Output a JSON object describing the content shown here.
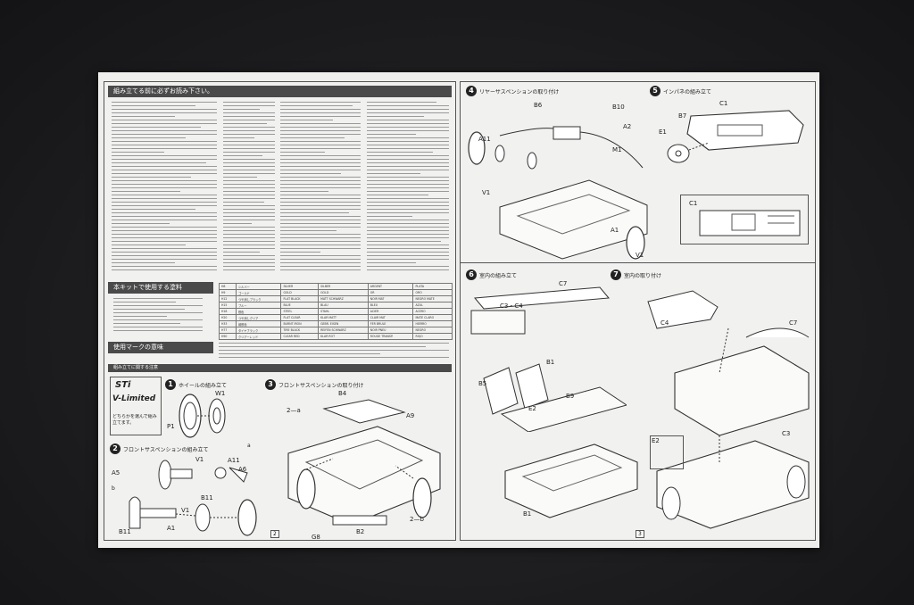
{
  "page2": {
    "header": "組み立てる前に必ずお読み下さい。",
    "kit_section": "本キットで使用する塗料",
    "marks_section": "使用マークの意味",
    "warning_bar": "組み立てに関する注意",
    "page_number": "2",
    "sti_logo": "STi",
    "vlimited_logo": "V-Limited",
    "variant_note": "どちらかを選んで組み立てます。",
    "step1": {
      "num": "1",
      "title": "ホイールの組み立て"
    },
    "step2": {
      "num": "2",
      "title": "フロントサスペンションの組み立て"
    },
    "step3": {
      "num": "3",
      "title": "フロントサスペンションの取り付け"
    },
    "labels": {
      "p1": "P1",
      "w1": "W1",
      "a": "a",
      "b": "b",
      "v1": "V1",
      "a11": "A11",
      "a6": "A6",
      "a5": "A5",
      "b11": "B11",
      "a1": "A1",
      "b4": "B4",
      "a9": "A9",
      "b2": "B2",
      "g8": "G8",
      "two_a": "2—a",
      "two_b": "2—b"
    }
  },
  "page3": {
    "page_number": "3",
    "step4": {
      "num": "4",
      "title": "リヤーサスペンションの取り付け"
    },
    "step5": {
      "num": "5",
      "title": "インパネの組み立て"
    },
    "step6": {
      "num": "6",
      "title": "室内の組み立て"
    },
    "step7": {
      "num": "7",
      "title": "室内の取り付け"
    },
    "labels": {
      "b6": "B6",
      "b10": "B10",
      "a2": "A2",
      "a11": "A11",
      "m1": "M1",
      "v1": "V1",
      "a1": "A1",
      "c1": "C1",
      "b7": "B7",
      "e1": "E1",
      "c7": "C7",
      "c3c4": "C3・C4",
      "b1": "B1",
      "b5": "B5",
      "b9": "B9",
      "e2": "E2",
      "c4": "C4",
      "c3": "C3"
    }
  },
  "paint_table": [
    [
      "H8",
      "シルバー",
      "SILVER",
      "SILBER",
      "ARGENT",
      "PLATA"
    ],
    [
      "H9",
      "ゴールド",
      "GOLD",
      "GOLD",
      "OR",
      "ORO"
    ],
    [
      "H12",
      "つや消しブラック",
      "FLAT BLACK",
      "MATT SCHWARZ",
      "NOIR MAT",
      "NEGRO MATE"
    ],
    [
      "H15",
      "ブルー",
      "BLUE",
      "BLAU",
      "BLEU",
      "AZUL"
    ],
    [
      "H18",
      "鉄色",
      "STEEL",
      "STAHL",
      "ACIER",
      "ACERO"
    ],
    [
      "H20",
      "つや消しクリア",
      "FLAT CLEAR",
      "KLAR MATT",
      "CLAIR MAT",
      "MATE CLARO"
    ],
    [
      "H33",
      "焼鉄色",
      "BURNT IRON",
      "GEBR. EISEN",
      "FER BRULE",
      "HIERRO"
    ],
    [
      "H77",
      "タイヤブラック",
      "TIRE BLACK",
      "REIFEN SCHWARZ",
      "NOIR PNEU",
      "NEGRO"
    ],
    [
      "H90",
      "クリアーレッド",
      "CLEAR RED",
      "KLAR ROT",
      "ROUGE TRANSP.",
      "ROJO"
    ]
  ]
}
